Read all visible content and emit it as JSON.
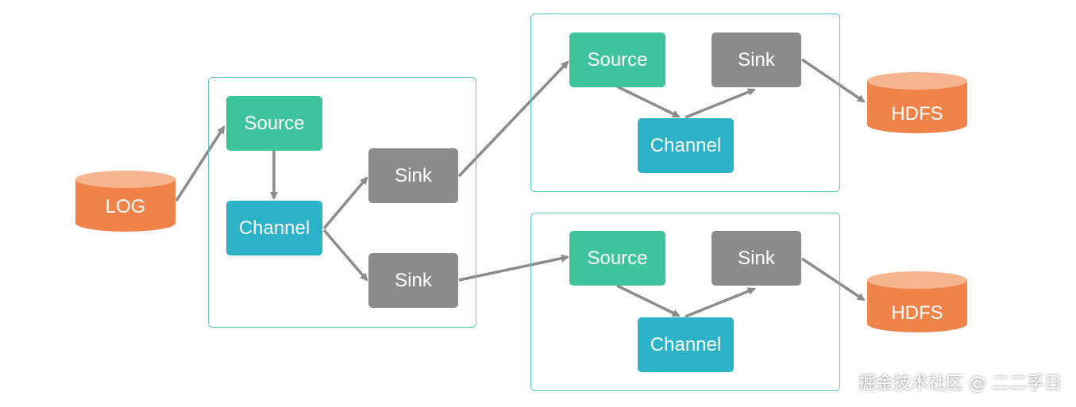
{
  "labels": {
    "log": "LOG",
    "hdfs": "HDFS",
    "source": "Source",
    "channel": "Channel",
    "sink": "Sink"
  },
  "watermark": "掘金技术社区 @ 二二孚日",
  "colors": {
    "source": "#3fc39d",
    "channel": "#2db3c7",
    "sink": "#8b8b8b",
    "storage": "#f0834a",
    "agent_border": "#5cc3cc",
    "arrow": "#8c8c8c"
  }
}
